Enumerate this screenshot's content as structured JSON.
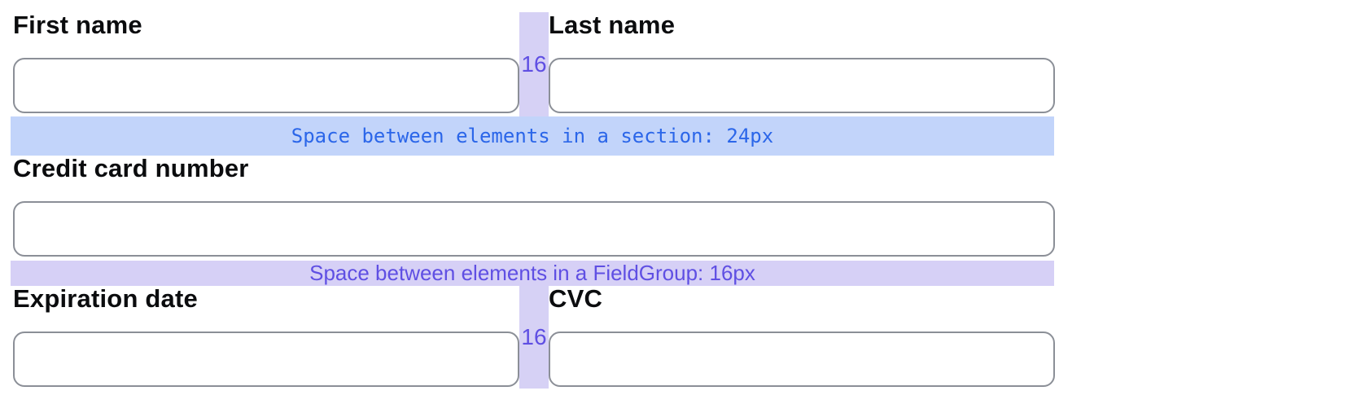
{
  "form": {
    "fields": {
      "first_name": {
        "label": "First name",
        "value": ""
      },
      "last_name": {
        "label": "Last name",
        "value": ""
      },
      "card_number": {
        "label": "Credit card number",
        "value": ""
      },
      "expiration_date": {
        "label": "Expiration date",
        "value": ""
      },
      "cvc": {
        "label": "CVC",
        "value": ""
      }
    }
  },
  "annotations": {
    "section_gap_band": {
      "label": "Space between elements in a section: 24px",
      "bg_color": "#c2d4fa",
      "text_color": "#2b66e9"
    },
    "fieldgroup_gap_band": {
      "label": "Space between elements in a FieldGroup: 16px",
      "bg_color": "#d6d0f6",
      "text_color": "#5f4fe3"
    },
    "row1_column_gap": {
      "label": "16",
      "bg_color": "#d6d1f5",
      "text_color": "#5f4fe3"
    },
    "row3_column_gap": {
      "label": "16",
      "bg_color": "#d6d1f5",
      "text_color": "#5f4fe3"
    }
  }
}
